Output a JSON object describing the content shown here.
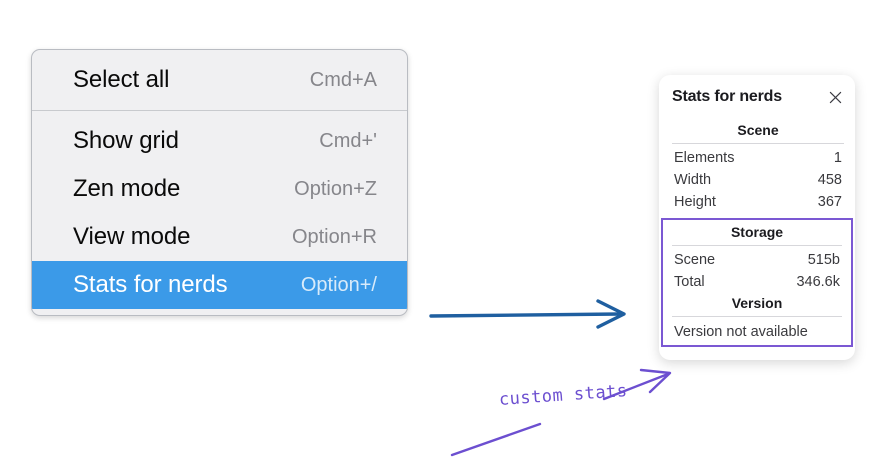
{
  "menu": {
    "groups": [
      {
        "items": [
          {
            "label": "Select all",
            "shortcut": "Cmd+A",
            "selected": false
          }
        ]
      },
      {
        "items": [
          {
            "label": "Show grid",
            "shortcut": "Cmd+'",
            "selected": false
          },
          {
            "label": "Zen mode",
            "shortcut": "Option+Z",
            "selected": false
          },
          {
            "label": "View mode",
            "shortcut": "Option+R",
            "selected": false
          },
          {
            "label": "Stats for nerds",
            "shortcut": "Option+/",
            "selected": true
          }
        ]
      }
    ]
  },
  "panel": {
    "title": "Stats for nerds",
    "close_icon": "close-icon",
    "scene": {
      "heading": "Scene",
      "rows": [
        {
          "label": "Elements",
          "value": "1"
        },
        {
          "label": "Width",
          "value": "458"
        },
        {
          "label": "Height",
          "value": "367"
        }
      ]
    },
    "storage": {
      "heading": "Storage",
      "rows": [
        {
          "label": "Scene",
          "value": "515b"
        },
        {
          "label": "Total",
          "value": "346.6k"
        }
      ]
    },
    "version": {
      "heading": "Version",
      "note": "Version not available"
    }
  },
  "annotations": {
    "label": "custom stats",
    "blue_arrow": "blue-arrow",
    "purple_arrow": "purple-arrow",
    "purple_underline": "purple-underline"
  },
  "colors": {
    "menu_highlight": "#3b9ae8",
    "menu_background": "#f0f0f2",
    "annotation_purple": "#6c4fd0",
    "annotation_blue": "#1f5fa0",
    "highlight_box": "#7b58d3"
  }
}
